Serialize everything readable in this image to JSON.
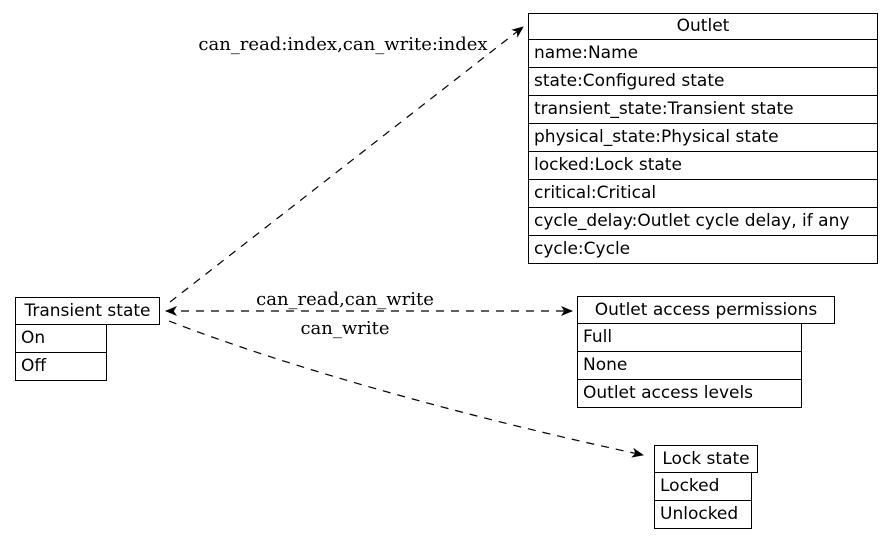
{
  "colors": {
    "background": "#ffffff",
    "line": "#000000",
    "text": "#000000"
  },
  "tables": {
    "outlet": {
      "title": "Outlet",
      "rows": [
        "name:Name",
        "state:Configured state",
        "transient_state:Transient state",
        "physical_state:Physical state",
        "locked:Lock state",
        "critical:Critical",
        "cycle_delay:Outlet cycle delay, if any",
        "cycle:Cycle"
      ]
    },
    "transient_state": {
      "title": "Transient state",
      "rows": [
        "On",
        "Off"
      ]
    },
    "outlet_access_permissions": {
      "title": "Outlet access permissions",
      "rows": [
        "Full",
        "None",
        "Outlet access levels"
      ]
    },
    "lock_state": {
      "title": "Lock state",
      "rows": [
        "Locked",
        "Unlocked"
      ]
    }
  },
  "edges": {
    "to_outlet": {
      "label": "can_read:index,can_write:index"
    },
    "to_permissions": {
      "label_top": "can_read,can_write",
      "label_bottom": "can_write"
    },
    "to_lock_state": {
      "label": ""
    }
  }
}
